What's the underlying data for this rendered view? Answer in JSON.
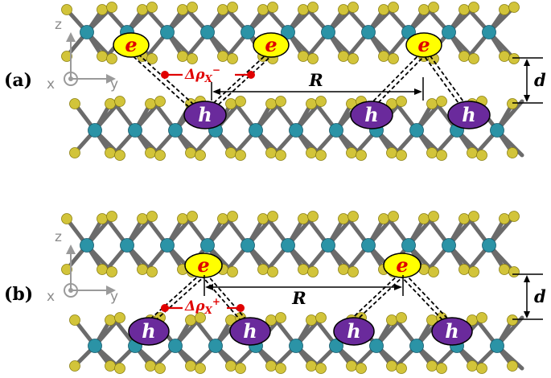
{
  "panels": {
    "a": {
      "label": "(a)",
      "dp_main": "Δρ",
      "dp_sub": "X",
      "dp_sup": "−"
    },
    "b": {
      "label": "(b)",
      "dp_main": "Δρ",
      "dp_sub": "X",
      "dp_sup": "+"
    }
  },
  "axes": {
    "z": "z",
    "x": "x",
    "y": "y"
  },
  "labels": {
    "electron": "e",
    "hole": "h",
    "R": "R",
    "d": "d"
  },
  "colors": {
    "transition_metal": "#2b93a6",
    "chalcogen": "#d2c43a",
    "bond": "#6b6b6b",
    "electron_fill": "#ffff00",
    "electron_text": "#e00000",
    "hole_fill": "#6a2a9c",
    "hole_text": "#ffffff",
    "delta_rho": "#e00000",
    "axis_icon": "#9a9a9a"
  }
}
